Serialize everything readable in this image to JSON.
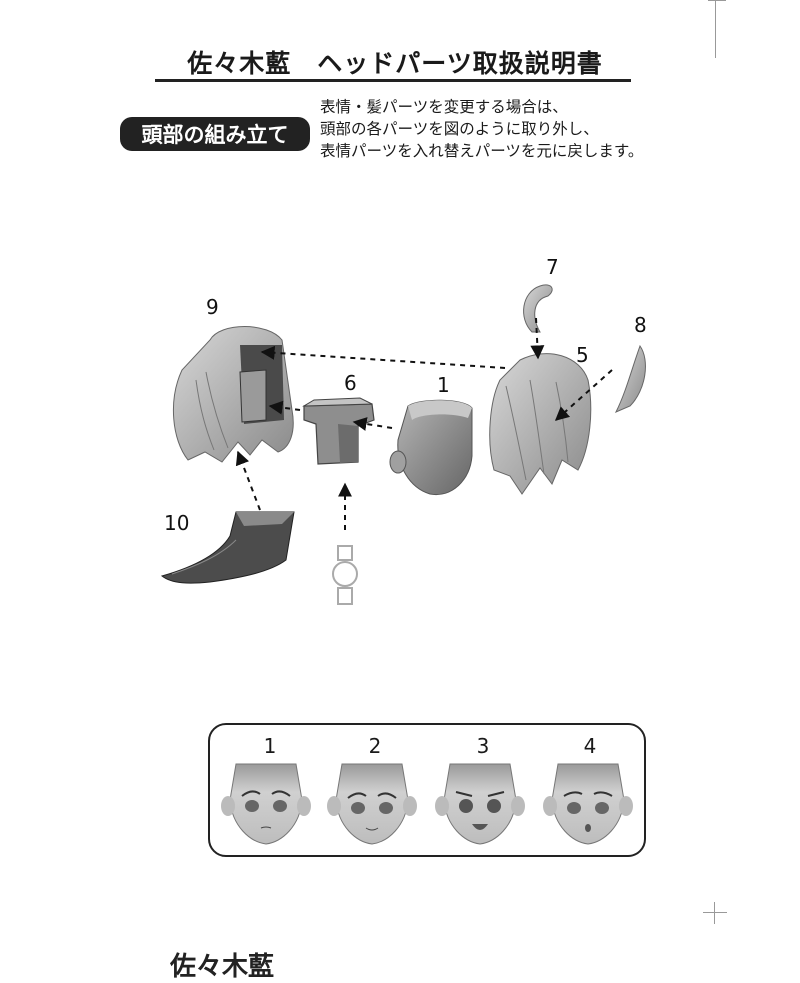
{
  "header": {
    "title": "佐々木藍　ヘッドパーツ取扱説明書"
  },
  "section": {
    "badge": "頭部の組み立て",
    "intro_lines": [
      "表情・髪パーツを変更する場合は、",
      "頭部の各パーツを図のように取り外し、",
      "表情パーツを入れ替えパーツを元に戻します。"
    ]
  },
  "diagram": {
    "labels": {
      "p1": "1",
      "p5": "5",
      "p6": "6",
      "p7": "7",
      "p8": "8",
      "p9": "9",
      "p10": "10"
    }
  },
  "faces": {
    "labels": [
      "1",
      "2",
      "3",
      "4"
    ]
  },
  "footer": {
    "cut_title": "佐々木藍"
  }
}
